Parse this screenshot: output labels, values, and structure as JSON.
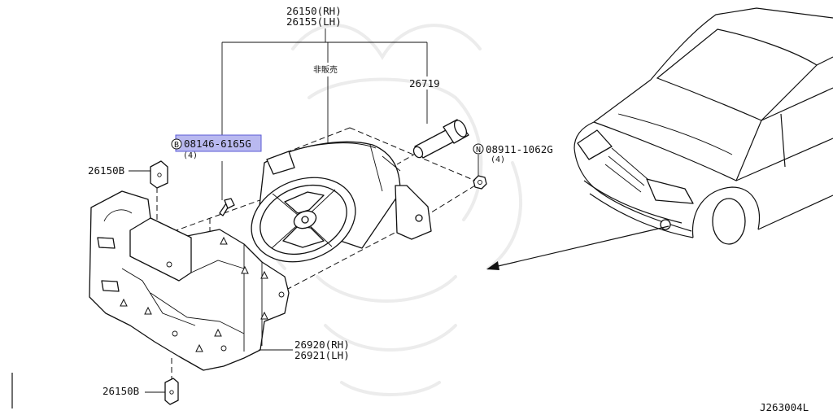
{
  "diagram": {
    "callouts": {
      "lamp_rh": "26150(RH)",
      "lamp_lh": "26155(LH)",
      "not_sold": "非販売",
      "bulb": "26719",
      "bolt_prefix": "B",
      "bolt_part": "08146-6165G",
      "bolt_qty": "(4)",
      "nut_prefix": "N",
      "nut_part": "08911-1062G",
      "nut_qty": "(4)",
      "clip_upper": "26150B",
      "clip_lower": "26150B",
      "bracket_rh": "26920(RH)",
      "bracket_lh": "26921(LH)"
    },
    "figure_id": "J263004L",
    "colors": {
      "highlight_fill": "#b9b9f0",
      "highlight_border": "#5b5bd6",
      "line": "#111111",
      "watermark": "#ececec"
    }
  }
}
